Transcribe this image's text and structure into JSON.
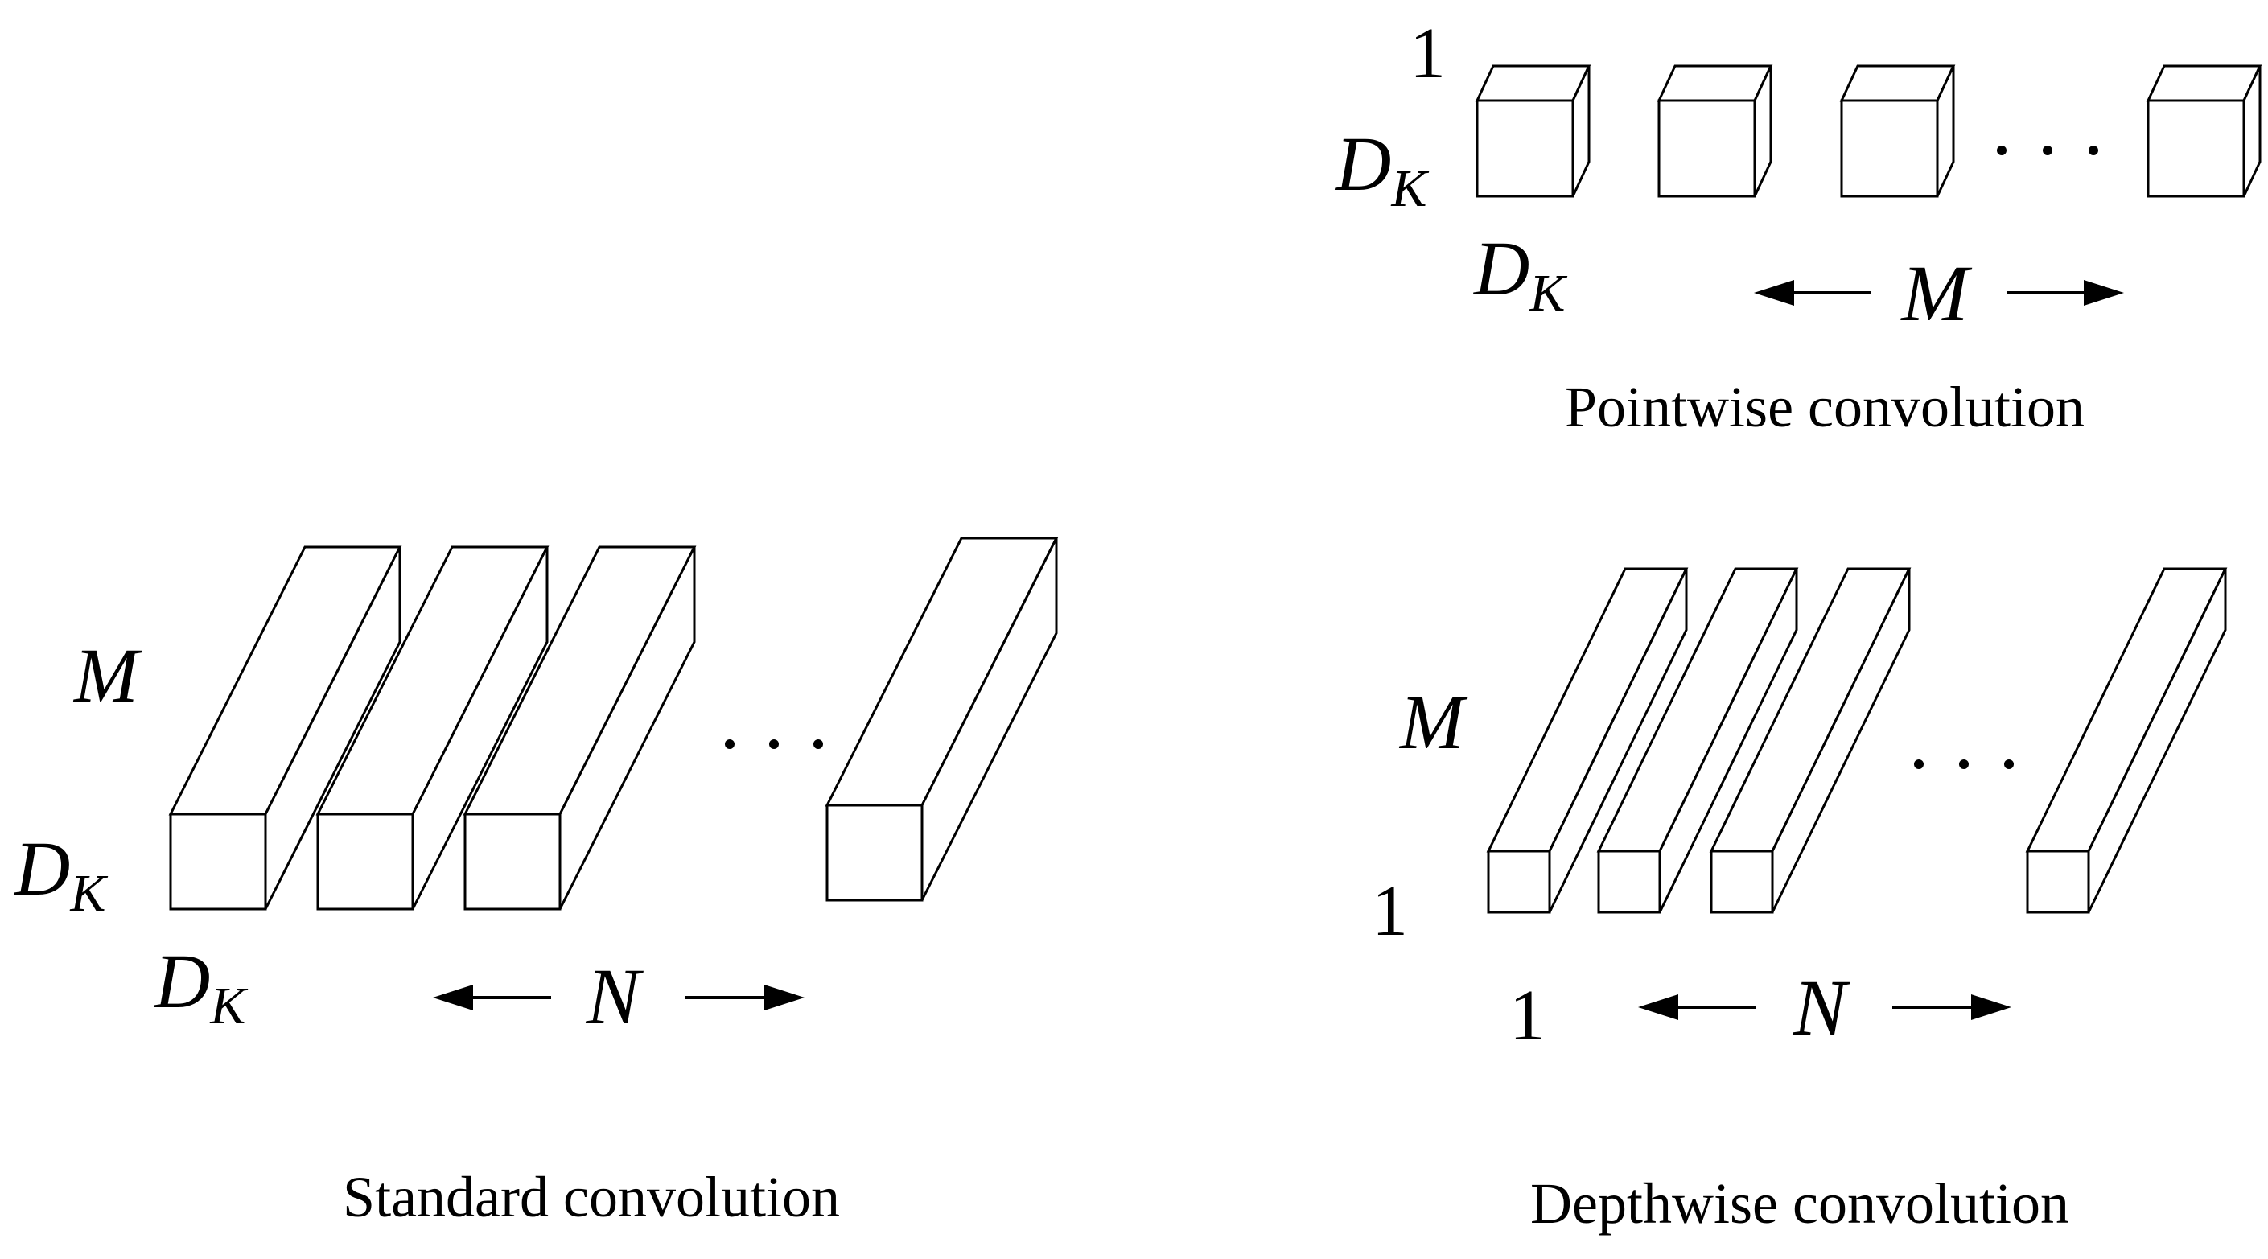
{
  "panels": {
    "standard": {
      "caption": "Standard convolution",
      "depth_label": "M",
      "height_label": "D",
      "height_sub": "K",
      "width_label": "D",
      "width_sub": "K",
      "count_label": "N",
      "ellipsis": ". . ."
    },
    "pointwise": {
      "caption": "Pointwise convolution",
      "depth_label": "1",
      "height_label": "D",
      "height_sub": "K",
      "width_label": "D",
      "width_sub": "K",
      "count_label": "M",
      "ellipsis": ". . ."
    },
    "depthwise": {
      "caption": "Depthwise convolution",
      "depth_label": "M",
      "height_label": "1",
      "width_label": "1",
      "count_label": "N",
      "ellipsis": ". . ."
    }
  }
}
